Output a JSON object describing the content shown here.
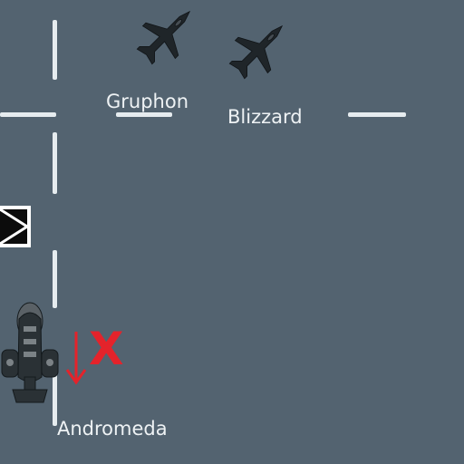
{
  "units": {
    "gryphon": {
      "label": "Gruphon",
      "icon": "fighter-jet-icon"
    },
    "blizzard": {
      "label": "Blizzard",
      "icon": "fighter-jet-icon"
    },
    "andromeda": {
      "label": "Andromeda",
      "icon": "gunship-icon"
    }
  },
  "move_marker": {
    "label": "X",
    "icon": "arrow-down-icon"
  },
  "colors": {
    "background": "#536370",
    "lane_line": "#e6ecef",
    "label_text": "#eef2f4",
    "aircraft": "#1f2529",
    "marker": "#e4232b"
  }
}
